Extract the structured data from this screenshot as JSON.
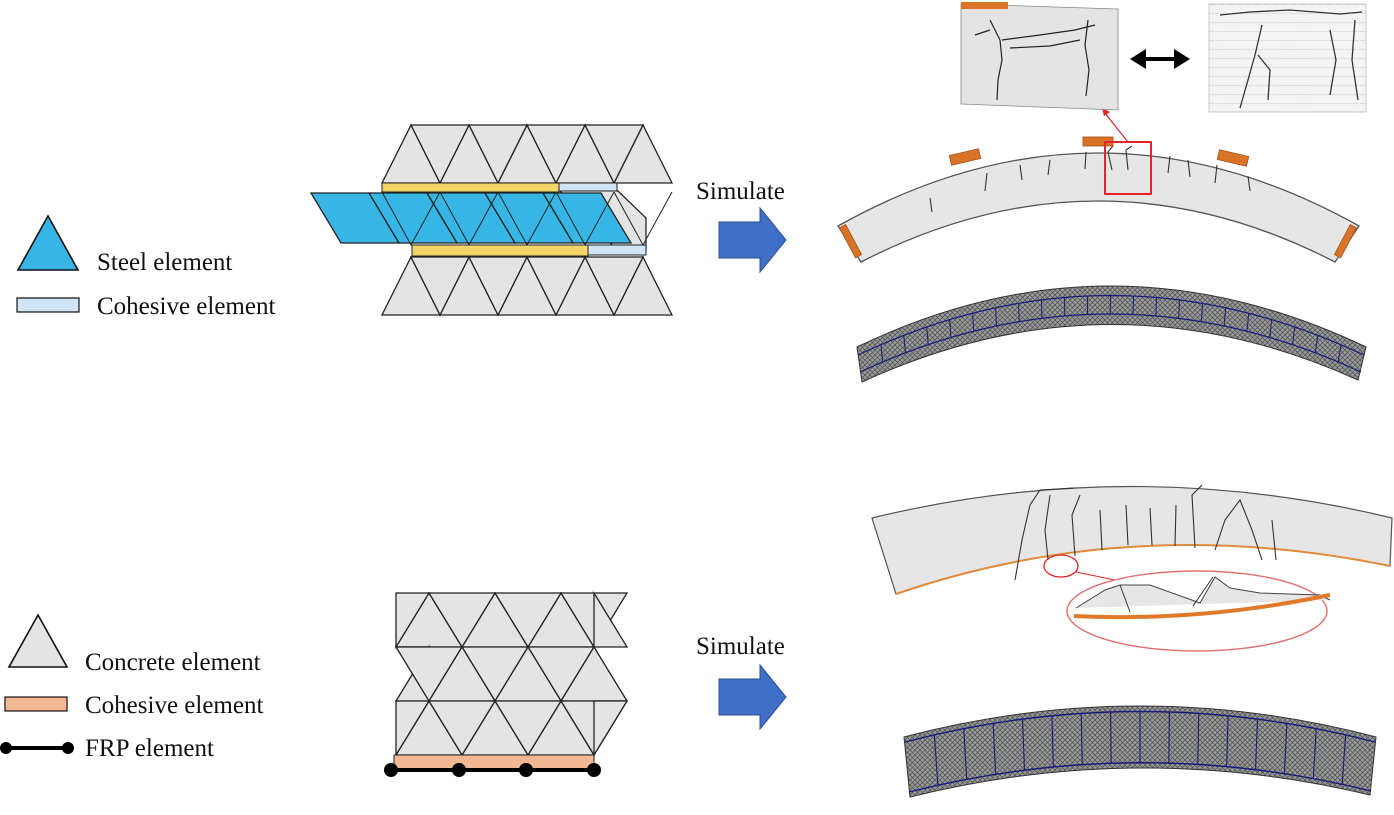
{
  "top_panel": {
    "legend": [
      {
        "symbol": "steel-triangle",
        "label": "Steel element"
      },
      {
        "symbol": "blue-cohesive-rect",
        "label": "Cohesive element"
      }
    ],
    "arrow_label": "Simulate"
  },
  "bottom_panel": {
    "legend": [
      {
        "symbol": "concrete-triangle",
        "label": "Concrete element"
      },
      {
        "symbol": "orange-cohesive-rect",
        "label": "Cohesive element"
      },
      {
        "symbol": "frp-line",
        "label": "FRP element"
      }
    ],
    "arrow_label": "Simulate"
  },
  "colors": {
    "steel": "#37b6e6",
    "concrete": "#e4e4e4",
    "cohesive_blue": "#cfe4f5",
    "cohesive_yellow": "#f5d66b",
    "cohesive_orange": "#f2b893",
    "frp": "#000000",
    "arrow": "#3f6fc6",
    "load_plate": "#d87327",
    "highlight": "#e0262a",
    "mesh_line": "#1a1a7a"
  }
}
